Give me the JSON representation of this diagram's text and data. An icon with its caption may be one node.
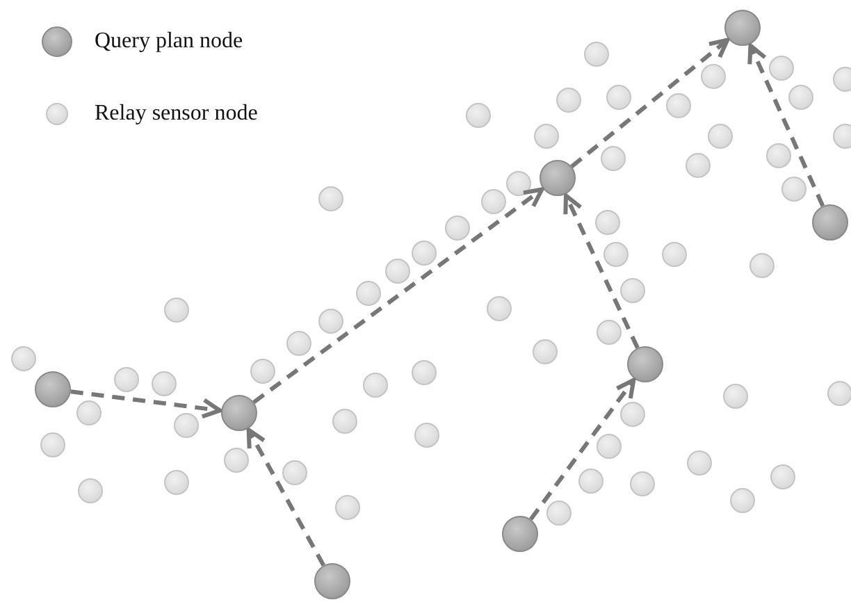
{
  "diagram": {
    "nodes": [
      {
        "text": [],
        "shape": "circle"
      },
      {
        "text": [],
        "shape": "circle"
      },
      {
        "text": [],
        "shape": "circle"
      },
      {
        "text": [],
        "shape": "circle"
      },
      {
        "text": [],
        "shape": "circle"
      },
      {
        "text": [],
        "shape": "circle"
      },
      {
        "text": [],
        "shape": "circle"
      },
      {
        "text": [],
        "shape": "circle"
      },
      {
        "text": [],
        "shape": "circle"
      },
      {
        "text": [],
        "shape": "circle"
      },
      {
        "text": [],
        "shape": "circle"
      },
      {
        "text": [],
        "shape": "circle"
      },
      {
        "text": [],
        "shape": "circle"
      },
      {
        "text": [],
        "shape": "circle"
      },
      {
        "text": [],
        "shape": "circle"
      },
      {
        "text": [],
        "shape": "circle"
      },
      {
        "text": [],
        "shape": "circle"
      },
      {
        "text": [],
        "shape": "circle"
      },
      {
        "text": [],
        "shape": "circle"
      },
      {
        "text": [],
        "shape": "circle"
      },
      {
        "text": [],
        "shape": "circle"
      },
      {
        "text": [],
        "shape": "circle"
      },
      {
        "text": [],
        "shape": "circle"
      },
      {
        "text": [],
        "shape": "circle"
      },
      {
        "text": [],
        "shape": "circle"
      },
      {
        "text": [],
        "shape": "circle"
      },
      {
        "text": [],
        "shape": "circle"
      },
      {
        "text": [],
        "shape": "circle"
      },
      {
        "text": [],
        "shape": "circle"
      },
      {
        "text": [],
        "shape": "circle"
      },
      {
        "text": [],
        "shape": "circle"
      },
      {
        "text": [],
        "shape": "circle"
      },
      {
        "text": [],
        "shape": "circle"
      },
      {
        "text": [],
        "shape": "circle"
      },
      {
        "text": [],
        "shape": "circle"
      },
      {
        "text": [],
        "shape": "circle"
      },
      {
        "text": [],
        "shape": "circle"
      },
      {
        "text": [],
        "shape": "circle"
      },
      {
        "text": [],
        "shape": "circle"
      },
      {
        "text": [],
        "shape": "circle"
      },
      {
        "text": [],
        "shape": "circle"
      },
      {
        "text": [],
        "shape": "circle"
      },
      {
        "text": [],
        "shape": "circle"
      },
      {
        "text": [],
        "shape": "circle"
      },
      {
        "text": [],
        "shape": "circle"
      },
      {
        "text": [],
        "shape": "circle"
      },
      {
        "text": [],
        "shape": "circle"
      },
      {
        "text": [],
        "shape": "circle"
      },
      {
        "text": [],
        "shape": "circle"
      },
      {
        "text": [],
        "shape": "circle"
      },
      {
        "text": [],
        "shape": "circle"
      },
      {
        "text": [],
        "shape": "circle"
      },
      {
        "text": [],
        "shape": "circle"
      },
      {
        "text": [],
        "shape": "circle"
      },
      {
        "text": [],
        "shape": "circle"
      },
      {
        "text": [],
        "shape": "circle"
      },
      {
        "text": [],
        "shape": "circle"
      },
      {
        "text": [],
        "shape": "circle"
      },
      {
        "text": [],
        "shape": "circle"
      },
      {
        "text": [],
        "shape": "circle"
      },
      {
        "text": [],
        "shape": "circle"
      },
      {
        "text": [],
        "shape": "circle"
      },
      {
        "text": [],
        "shape": "circle"
      },
      {
        "text": [],
        "shape": "circle"
      },
      {
        "text": [],
        "shape": "circle"
      },
      {
        "text": [],
        "shape": "circle"
      },
      {
        "text": [],
        "shape": "circle"
      },
      {
        "text": [],
        "shape": "circle"
      }
    ],
    "edges": [
      {
        "from": 4,
        "to": 5,
        "arrow": "to",
        "style": "dashed"
      },
      {
        "from": 7,
        "to": 5,
        "arrow": "to",
        "style": "dashed"
      },
      {
        "from": 5,
        "to": 1,
        "arrow": "to",
        "style": "dashed"
      },
      {
        "from": 6,
        "to": 3,
        "arrow": "to",
        "style": "dashed"
      },
      {
        "from": 3,
        "to": 1,
        "arrow": "to",
        "style": "dashed"
      },
      {
        "from": 1,
        "to": 0,
        "arrow": "to",
        "style": "dashed"
      },
      {
        "from": 2,
        "to": 0,
        "arrow": "to",
        "style": "dashed"
      }
    ],
    "legend": [
      {
        "text": "Query plan node"
      },
      {
        "text": "Relay sensor node"
      }
    ]
  }
}
